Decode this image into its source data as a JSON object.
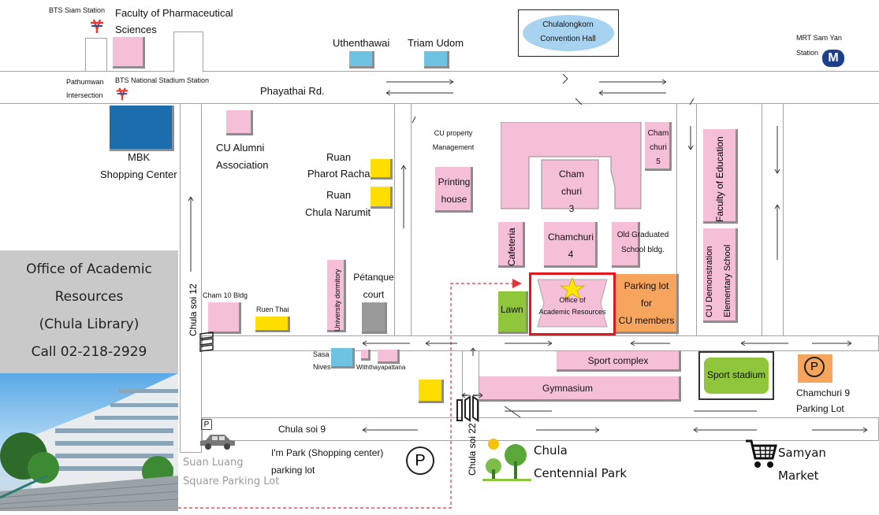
{
  "stations": {
    "bts_siam": "BTS Siam Station",
    "bts_national_stadium": "BTS National Stadium Station",
    "mrt_sam_yan_line1": "MRT Sam Yan",
    "mrt_sam_yan_line2": "Station",
    "pathumwan_line1": "Pathumwan",
    "pathumwan_line2": "Intersection"
  },
  "roads": {
    "phayathai": "Phayathai Rd.",
    "chula_soi_12": "Chula soi 12",
    "chula_soi_9": "Chula soi 9",
    "chula_soi_22": "Chula soi 22"
  },
  "buildings": {
    "pharm_line1": "Faculty of Pharmaceutical",
    "pharm_line2": "Sciences",
    "uthenthawai": "Uthenthawai",
    "triam_udom": "Triam Udom",
    "convention_line1": "Chulalongkorn",
    "convention_line2": "Convention Hall",
    "mbk_line1": "MBK",
    "mbk_line2": "Shopping Center",
    "alumni_line1": "CU Alumni",
    "alumni_line2": "Association",
    "ruan_pharot_line1": "Ruan",
    "ruan_pharot_line2": "Pharot Racha",
    "ruan_narumit_line1": "Ruan",
    "ruan_narumit_line2": "Chula Narumit",
    "property_line1": "CU property",
    "property_line2": "Management",
    "printing_line1": "Printing",
    "printing_line2": "house",
    "chamchuri3_line1": "Cham",
    "chamchuri3_line2": "churi",
    "chamchuri3_line3": "3",
    "chamchuri5_line1": "Cham",
    "chamchuri5_line2": "churi",
    "chamchuri5_line3": "5",
    "cafeteria": "Cafeteria",
    "chamchuri4_line1": "Chamchuri",
    "chamchuri4_line2": "4",
    "old_grad_line1": "Old Graduated",
    "old_grad_line2": "School bldg.",
    "faculty_education": "Faculty of Education",
    "demo_school_line1": "CU Demonstration",
    "demo_school_line2": "Elementary School",
    "univ_dormitory": "University dormitory",
    "petanque_line1": "Pétanque",
    "petanque_line2": "court",
    "cham10": "Cham 10 Bldg",
    "ruen_thai": "Ruen Thai",
    "lawn": "Lawn",
    "office_line1": "Office of",
    "office_line2": "Academic Resources",
    "parking_cu_line1": "Parking lot",
    "parking_cu_line2": "for",
    "parking_cu_line3": "CU members",
    "sasa_line1": "Sasa",
    "sasa_line2": "Nives",
    "withthayapattana": "Withthayapattana",
    "sport_complex": "Sport complex",
    "gymnasium": "Gymnasium",
    "sport_stadium": "Sport stadium",
    "chamchuri9_line1": "Chamchuri 9",
    "chamchuri9_line2": "Parking Lot"
  },
  "places": {
    "suan_luang_line1": "Suan Luang",
    "suan_luang_line2": "Square Parking Lot",
    "im_park_line1": "I'm Park (Shopping center)",
    "im_park_line2": "parking lot",
    "centennial_line1": "Chula",
    "centennial_line2": "Centennial Park",
    "samyan_line1": "Samyan",
    "samyan_line2": "Market",
    "parking_symbol": "P"
  },
  "infobox": {
    "line1": "Office of Academic",
    "line2": "Resources",
    "line3": "(Chula Library)",
    "line4": "Call 02-218-2929"
  },
  "colors": {
    "pink": "#f5bfd8",
    "blue": "#6ec3e3",
    "yellow": "#ffde00",
    "highlight": "#e8141b",
    "route": "#d9363e"
  }
}
